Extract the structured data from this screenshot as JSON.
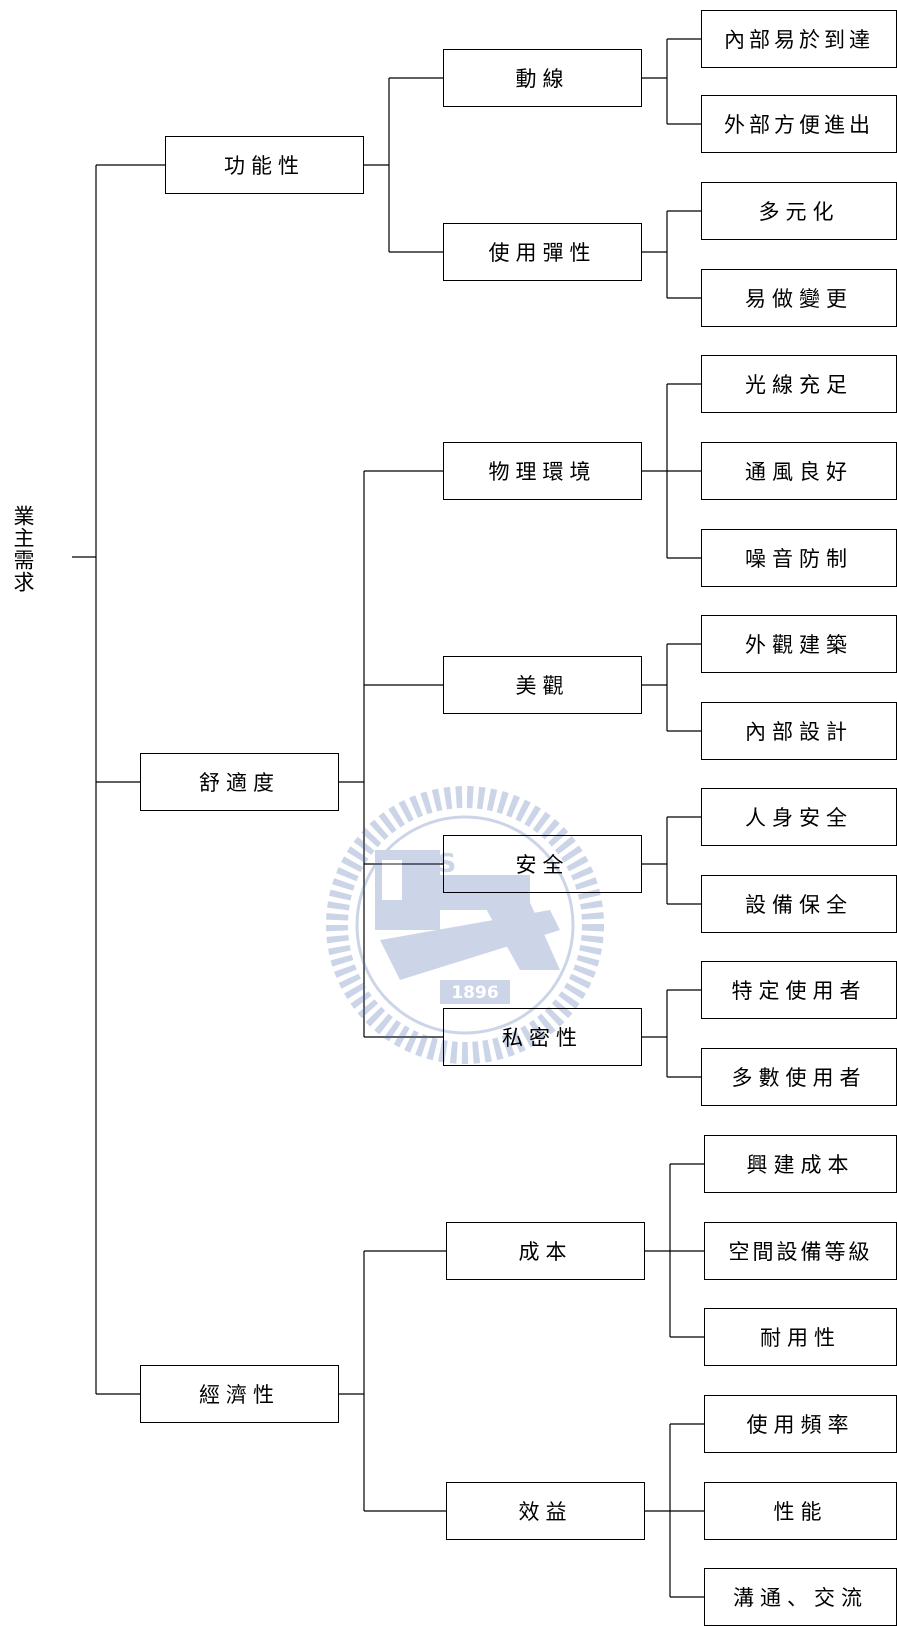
{
  "root": "業主需求",
  "watermark": {
    "year": "1896",
    "initials": "ES"
  },
  "level1": [
    {
      "label": "功能性",
      "children": [
        {
          "label": "動線",
          "children": [
            "內部易於到達",
            "外部方便進出"
          ]
        },
        {
          "label": "使用彈性",
          "children": [
            "多元化",
            "易做變更"
          ]
        }
      ]
    },
    {
      "label": "舒適度",
      "children": [
        {
          "label": "物理環境",
          "children": [
            "光線充足",
            "通風良好",
            "噪音防制"
          ]
        },
        {
          "label": "美觀",
          "children": [
            "外觀建築",
            "內部設計"
          ]
        },
        {
          "label": "安全",
          "children": [
            "人身安全",
            "設備保全"
          ]
        },
        {
          "label": "私密性",
          "children": [
            "特定使用者",
            "多數使用者"
          ]
        }
      ]
    },
    {
      "label": "經濟性",
      "children": [
        {
          "label": "成本",
          "children": [
            "興建成本",
            "空間設備等級",
            "耐用性"
          ]
        },
        {
          "label": "效益",
          "children": [
            "使用頻率",
            "性能",
            "溝通、交流"
          ]
        }
      ]
    }
  ]
}
